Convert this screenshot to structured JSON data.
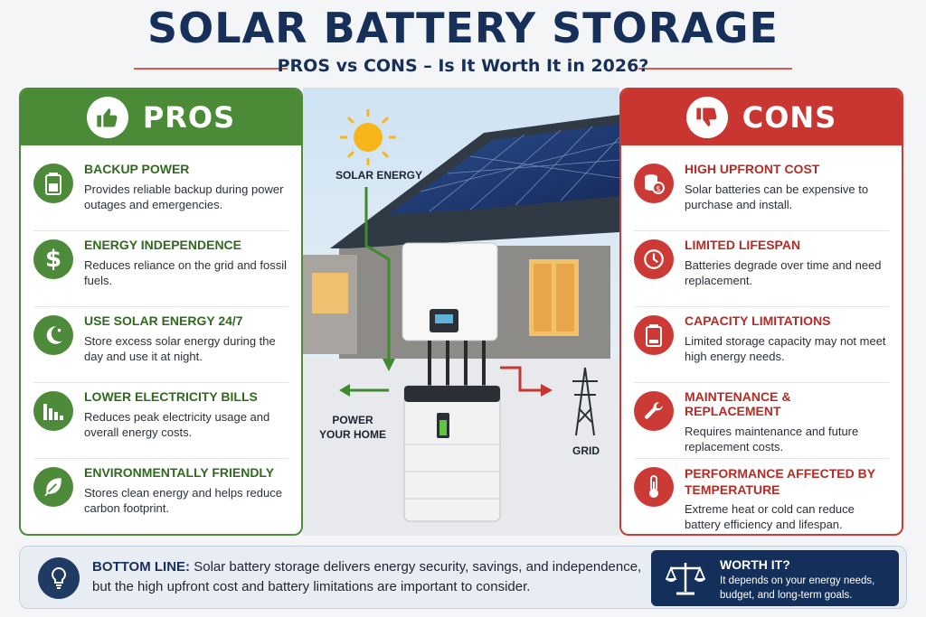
{
  "header": {
    "title": "SOLAR BATTERY STORAGE",
    "subtitle": "PROS vs CONS – Is It Worth It in 2026?"
  },
  "pros": {
    "heading": "PROS",
    "heading_icon": "thumbs-up-icon",
    "items": [
      {
        "title": "BACKUP POWER",
        "desc": "Provides reliable backup during power outages and emergencies.",
        "icon": "battery-icon"
      },
      {
        "title": "ENERGY INDEPENDENCE",
        "desc": "Reduces reliance on the grid and fossil fuels.",
        "icon": "dollar-icon"
      },
      {
        "title": "USE SOLAR ENERGY 24/7",
        "desc": "Store excess solar energy during the day and use it at night.",
        "icon": "moon-star-icon"
      },
      {
        "title": "LOWER ELECTRICITY BILLS",
        "desc": "Reduces peak electricity usage and overall energy costs.",
        "icon": "bar-chart-down-icon"
      },
      {
        "title": "ENVIRONMENTALLY FRIENDLY",
        "desc": "Stores clean energy and helps reduce carbon footprint.",
        "icon": "leaf-icon"
      }
    ]
  },
  "cons": {
    "heading": "CONS",
    "heading_icon": "thumbs-down-icon",
    "items": [
      {
        "title": "HIGH UPFRONT COST",
        "desc": "Solar batteries can be expensive to purchase and install.",
        "icon": "coins-icon"
      },
      {
        "title": "LIMITED LIFESPAN",
        "desc": "Batteries degrade over time and need replacement.",
        "icon": "clock-icon"
      },
      {
        "title": "CAPACITY LIMITATIONS",
        "desc": "Limited storage capacity may not meet high energy needs.",
        "icon": "battery-low-icon"
      },
      {
        "title": "MAINTENANCE & REPLACEMENT",
        "desc": "Requires maintenance and future replacement costs.",
        "icon": "wrench-icon"
      },
      {
        "title": "PERFORMANCE AFFECTED BY TEMPERATURE",
        "desc": "Extreme heat or cold can reduce battery efficiency and lifespan.",
        "icon": "thermometer-icon"
      }
    ]
  },
  "illustration": {
    "solar_label": "SOLAR ENERGY",
    "home_label": "POWER YOUR HOME",
    "grid_label": "GRID"
  },
  "bottom_line": {
    "label": "BOTTOM LINE:",
    "text": "Solar battery storage delivers energy security, savings, and independence, but the high upfront cost and battery limitations are important to consider."
  },
  "worth_it": {
    "title": "WORTH IT?",
    "desc": "It depends on your energy needs, budget, and long-term goals."
  },
  "colors": {
    "navy": "#16305a",
    "pros_green": "#4b8a37",
    "cons_red": "#c93631"
  }
}
